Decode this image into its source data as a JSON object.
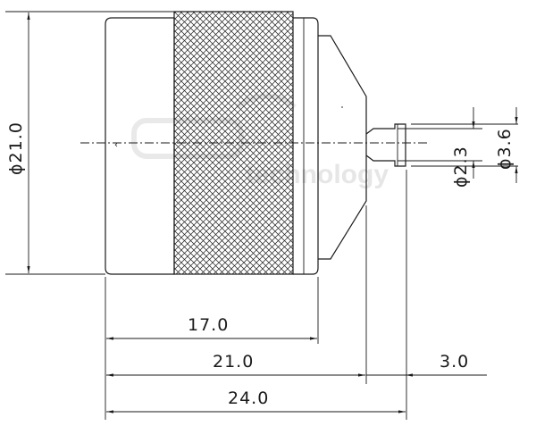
{
  "drawing": {
    "watermark_text": "technology",
    "dimensions": {
      "body_length": "17.0",
      "to_shoulder": "21.0",
      "pin_length": "3.0",
      "overall_length": "24.0",
      "outer_diameter": "ϕ21.0",
      "pin_diameter": "ϕ2.3",
      "pin_head_diameter": "ϕ3.6"
    },
    "colors": {
      "ink": "#1a1a1a",
      "background": "#ffffff"
    }
  }
}
